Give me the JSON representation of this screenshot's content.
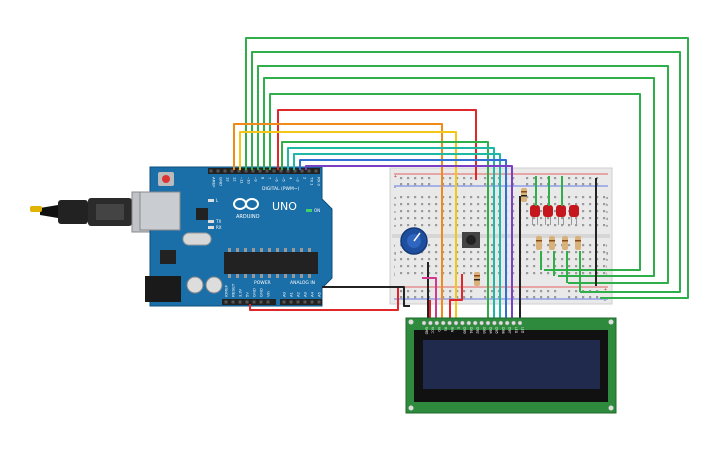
{
  "arduino": {
    "brand": "ARDUINO",
    "model": "UNO",
    "digital_header": "DIGITAL (PWM~)",
    "power_header": "POWER",
    "analog_header": "ANALOG IN",
    "on_label": "ON",
    "led_labels": [
      "L",
      "TX",
      "RX"
    ],
    "digital_pins": [
      "AREF",
      "GND",
      "13",
      "12",
      "~11",
      "~10",
      "~9",
      "8",
      "7",
      "~6",
      "~5",
      "4",
      "~3",
      "2",
      "TX 1",
      "RX 0"
    ],
    "power_pins": [
      "IOREF",
      "RESET",
      "3.3V",
      "5V",
      "GND",
      "GND",
      "Vin"
    ],
    "analog_pins": [
      "A0",
      "A1",
      "A2",
      "A3",
      "A4",
      "A5"
    ]
  },
  "breadboard": {
    "rows_top": [
      "a",
      "b",
      "c",
      "d",
      "e"
    ],
    "rows_bottom": [
      "f",
      "g",
      "h",
      "i",
      "j"
    ],
    "rail_plus": "+",
    "rail_minus": "-"
  },
  "lcd": {
    "pins": [
      "GND",
      "VCC",
      "VO",
      "RS",
      "RW",
      "E",
      "DB0",
      "DB1",
      "DB2",
      "DB3",
      "DB4",
      "DB5",
      "DB6",
      "DB7",
      "LED",
      "LED"
    ]
  },
  "colors": {
    "wire_green": "#2fae4a",
    "wire_red": "#e0282b",
    "wire_orange": "#f08a1a",
    "wire_yellow": "#f3c617",
    "wire_teal": "#1fb8a4",
    "wire_blue": "#2f6fd6",
    "wire_purple": "#7a3fc4",
    "wire_black": "#222222",
    "wire_pink": "#d03a8a",
    "board": "#1b6fa8",
    "lcd_pcb": "#2e8b3d",
    "lcd_screen": "#1f2a4d"
  }
}
